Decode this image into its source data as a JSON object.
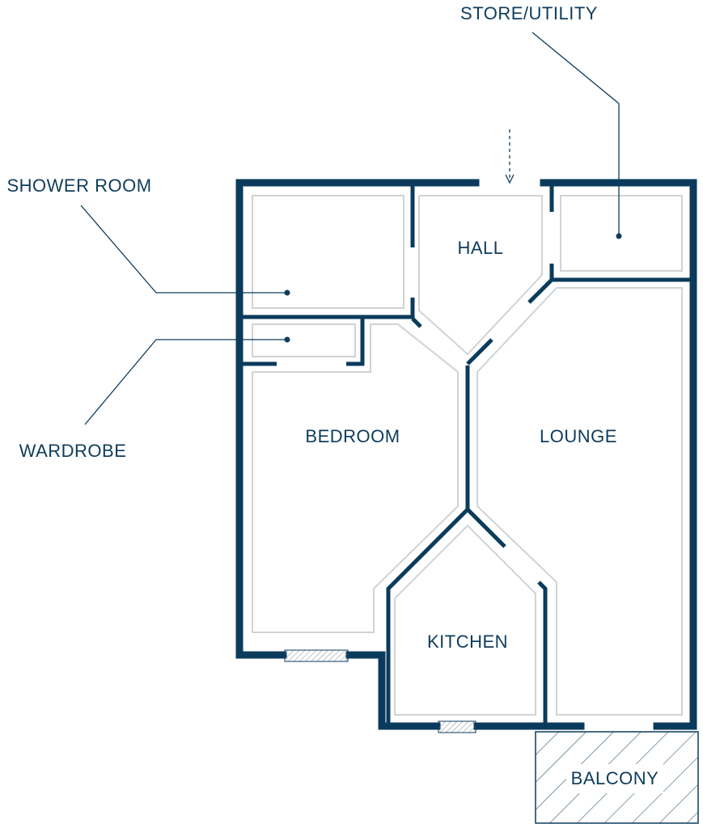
{
  "rooms": {
    "hall": "HALL",
    "bedroom": "BEDROOM",
    "lounge": "LOUNGE",
    "kitchen": "KITCHEN",
    "balcony": "BALCONY"
  },
  "callouts": {
    "store_utility": "STORE/UTILITY",
    "shower_room": "SHOWER ROOM",
    "wardrobe": "WARDROBE"
  },
  "colors": {
    "wall": "#0b3b5c",
    "label": "#0e3c5c",
    "inner_outline": "#cfd3d6"
  },
  "icons": {
    "entrance": "dashed-arrow-down-icon",
    "window": "hatched-window-icon"
  }
}
